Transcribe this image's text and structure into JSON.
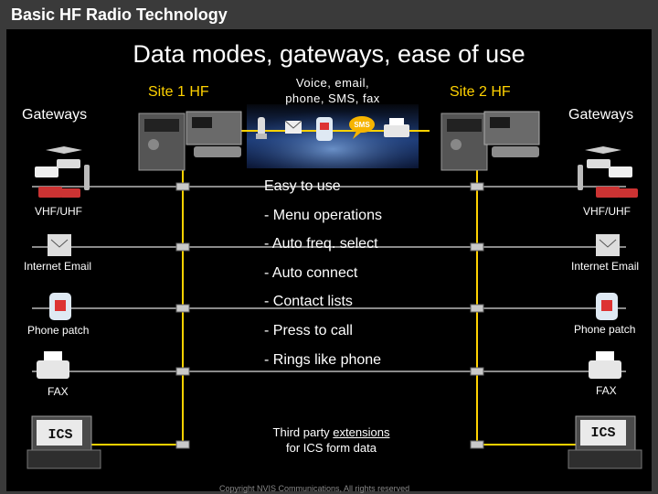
{
  "title": "Basic HF Radio Technology",
  "subtitle": "Data modes, gateways, ease of use",
  "site1_label": "Site 1 HF",
  "site2_label": "Site 2 HF",
  "gateways_left": "Gateways",
  "gateways_right": "Gateways",
  "voice_line1": "Voice, email,",
  "voice_line2": "phone, SMS, fax",
  "sms_badge": "SMS",
  "left_items": [
    "VHF/UHF",
    "Internet Email",
    "Phone patch",
    "FAX"
  ],
  "right_items": [
    "VHF/UHF",
    "Internet Email",
    "Phone patch",
    "FAX"
  ],
  "ics_left": "ICS",
  "ics_right": "ICS",
  "bullets": [
    "Easy to use",
    "- Menu operations",
    "- Auto freq. select",
    "- Auto connect",
    "- Contact lists",
    "- Press to call",
    "- Rings like phone"
  ],
  "extensions_line1_pre": "Third party ",
  "extensions_line1_link": "extensions",
  "extensions_line2": "for ICS form data",
  "copyright": "Copyright NVIS Communications, All rights reserved",
  "colors": {
    "accent_yellow": "#ffd200",
    "bus_gray": "#8a8a8a",
    "background": "#000000",
    "frame": "#3a3a3a"
  }
}
